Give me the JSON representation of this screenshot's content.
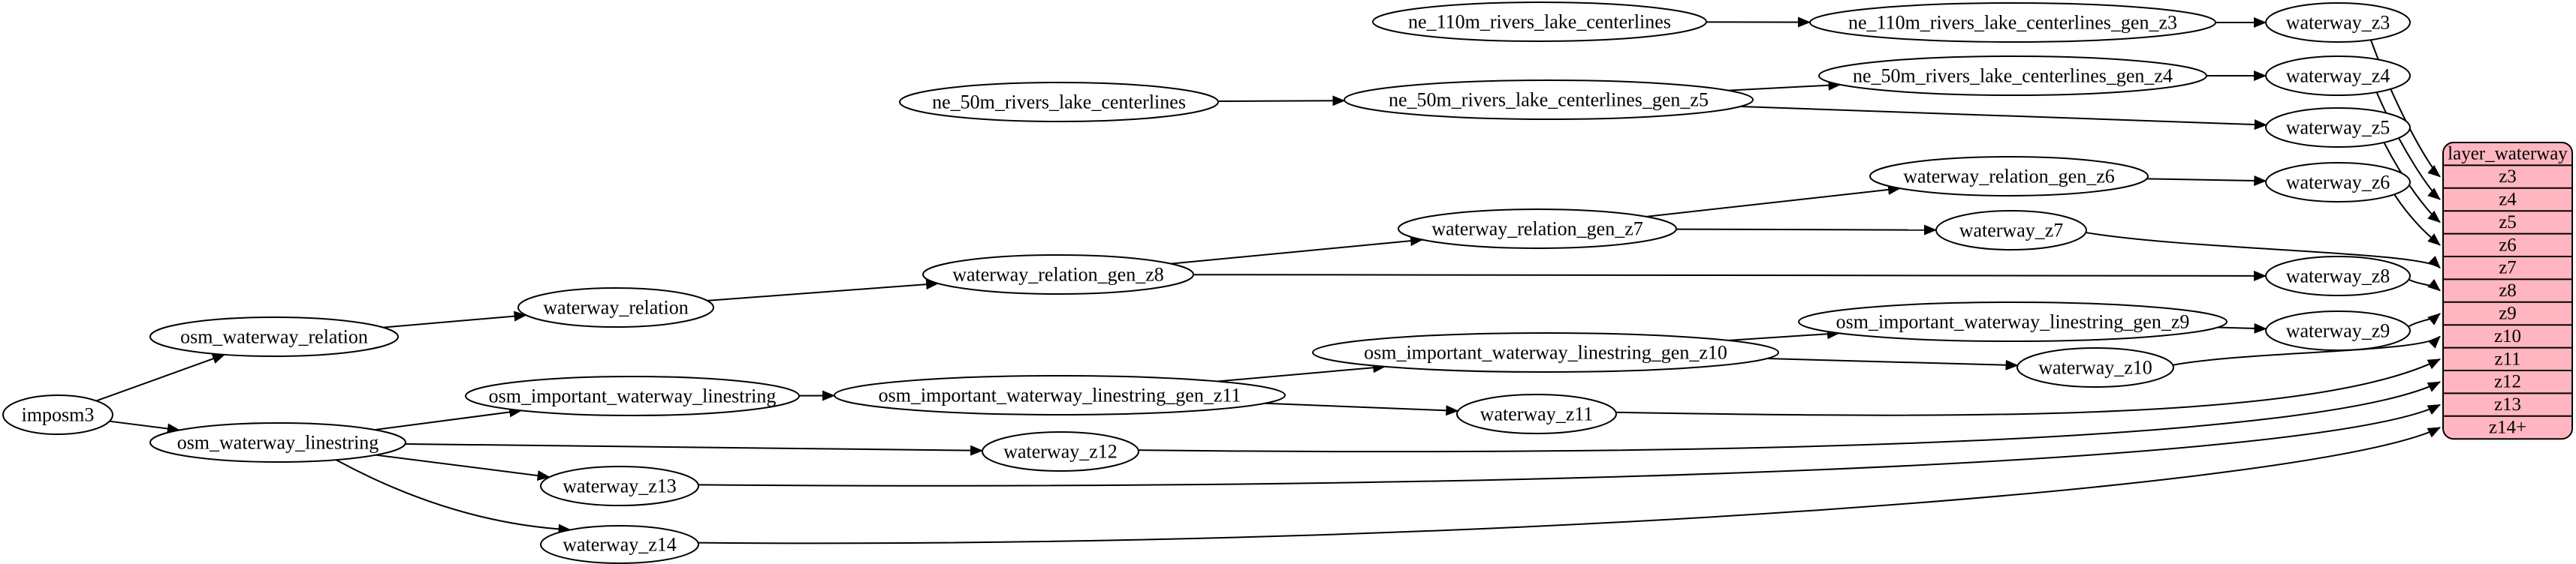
{
  "diagram": {
    "kind": "graphviz-data-flow",
    "background": "#ffffff",
    "node_fill": "#ffffff",
    "node_stroke": "#000000",
    "edge_color": "#000000",
    "table": {
      "title": "layer_waterway",
      "fill": "#ffb6c1",
      "stroke": "#000000",
      "rows": [
        "z3",
        "z4",
        "z5",
        "z6",
        "z7",
        "z8",
        "z9",
        "z10",
        "z11",
        "z12",
        "z13",
        "z14+"
      ]
    },
    "nodes": [
      {
        "id": "imposm3",
        "label": "imposm3"
      },
      {
        "id": "osm_waterway_relation",
        "label": "osm_waterway_relation"
      },
      {
        "id": "osm_waterway_linestring",
        "label": "osm_waterway_linestring"
      },
      {
        "id": "waterway_relation",
        "label": "waterway_relation"
      },
      {
        "id": "osm_important_waterway_linestring",
        "label": "osm_important_waterway_linestring"
      },
      {
        "id": "waterway_relation_gen_z8",
        "label": "waterway_relation_gen_z8"
      },
      {
        "id": "waterway_relation_gen_z7",
        "label": "waterway_relation_gen_z7"
      },
      {
        "id": "waterway_relation_gen_z6",
        "label": "waterway_relation_gen_z6"
      },
      {
        "id": "osm_important_waterway_linestring_gen_z11",
        "label": "osm_important_waterway_linestring_gen_z11"
      },
      {
        "id": "osm_important_waterway_linestring_gen_z10",
        "label": "osm_important_waterway_linestring_gen_z10"
      },
      {
        "id": "osm_important_waterway_linestring_gen_z9",
        "label": "osm_important_waterway_linestring_gen_z9"
      },
      {
        "id": "ne_110m_rivers_lake_centerlines",
        "label": "ne_110m_rivers_lake_centerlines"
      },
      {
        "id": "ne_110m_rivers_lake_centerlines_gen_z3",
        "label": "ne_110m_rivers_lake_centerlines_gen_z3"
      },
      {
        "id": "ne_50m_rivers_lake_centerlines",
        "label": "ne_50m_rivers_lake_centerlines"
      },
      {
        "id": "ne_50m_rivers_lake_centerlines_gen_z5",
        "label": "ne_50m_rivers_lake_centerlines_gen_z5"
      },
      {
        "id": "ne_50m_rivers_lake_centerlines_gen_z4",
        "label": "ne_50m_rivers_lake_centerlines_gen_z4"
      },
      {
        "id": "waterway_z3",
        "label": "waterway_z3"
      },
      {
        "id": "waterway_z4",
        "label": "waterway_z4"
      },
      {
        "id": "waterway_z5",
        "label": "waterway_z5"
      },
      {
        "id": "waterway_z6",
        "label": "waterway_z6"
      },
      {
        "id": "waterway_z7",
        "label": "waterway_z7"
      },
      {
        "id": "waterway_z8",
        "label": "waterway_z8"
      },
      {
        "id": "waterway_z9",
        "label": "waterway_z9"
      },
      {
        "id": "waterway_z10",
        "label": "waterway_z10"
      },
      {
        "id": "waterway_z11",
        "label": "waterway_z11"
      },
      {
        "id": "waterway_z12",
        "label": "waterway_z12"
      },
      {
        "id": "waterway_z13",
        "label": "waterway_z13"
      },
      {
        "id": "waterway_z14",
        "label": "waterway_z14"
      }
    ],
    "edges": [
      {
        "from": "imposm3",
        "to": "osm_waterway_relation"
      },
      {
        "from": "imposm3",
        "to": "osm_waterway_linestring"
      },
      {
        "from": "osm_waterway_relation",
        "to": "waterway_relation"
      },
      {
        "from": "waterway_relation",
        "to": "waterway_relation_gen_z8"
      },
      {
        "from": "waterway_relation_gen_z8",
        "to": "waterway_relation_gen_z7"
      },
      {
        "from": "waterway_relation_gen_z8",
        "to": "waterway_z8"
      },
      {
        "from": "waterway_relation_gen_z7",
        "to": "waterway_relation_gen_z6"
      },
      {
        "from": "waterway_relation_gen_z7",
        "to": "waterway_z7"
      },
      {
        "from": "waterway_relation_gen_z6",
        "to": "waterway_z6"
      },
      {
        "from": "osm_waterway_linestring",
        "to": "osm_important_waterway_linestring"
      },
      {
        "from": "osm_waterway_linestring",
        "to": "waterway_z12"
      },
      {
        "from": "osm_waterway_linestring",
        "to": "waterway_z13"
      },
      {
        "from": "osm_waterway_linestring",
        "to": "waterway_z14"
      },
      {
        "from": "osm_important_waterway_linestring",
        "to": "osm_important_waterway_linestring_gen_z11"
      },
      {
        "from": "osm_important_waterway_linestring_gen_z11",
        "to": "osm_important_waterway_linestring_gen_z10"
      },
      {
        "from": "osm_important_waterway_linestring_gen_z11",
        "to": "waterway_z11"
      },
      {
        "from": "osm_important_waterway_linestring_gen_z10",
        "to": "osm_important_waterway_linestring_gen_z9"
      },
      {
        "from": "osm_important_waterway_linestring_gen_z10",
        "to": "waterway_z10"
      },
      {
        "from": "osm_important_waterway_linestring_gen_z9",
        "to": "waterway_z9"
      },
      {
        "from": "ne_110m_rivers_lake_centerlines",
        "to": "ne_110m_rivers_lake_centerlines_gen_z3"
      },
      {
        "from": "ne_110m_rivers_lake_centerlines_gen_z3",
        "to": "waterway_z3"
      },
      {
        "from": "ne_50m_rivers_lake_centerlines",
        "to": "ne_50m_rivers_lake_centerlines_gen_z5"
      },
      {
        "from": "ne_50m_rivers_lake_centerlines_gen_z5",
        "to": "ne_50m_rivers_lake_centerlines_gen_z4"
      },
      {
        "from": "ne_50m_rivers_lake_centerlines_gen_z5",
        "to": "waterway_z5"
      },
      {
        "from": "ne_50m_rivers_lake_centerlines_gen_z4",
        "to": "waterway_z4"
      },
      {
        "from": "waterway_z3",
        "to": "layer_waterway:z3"
      },
      {
        "from": "waterway_z4",
        "to": "layer_waterway:z4"
      },
      {
        "from": "waterway_z5",
        "to": "layer_waterway:z5"
      },
      {
        "from": "waterway_z6",
        "to": "layer_waterway:z6"
      },
      {
        "from": "waterway_z7",
        "to": "layer_waterway:z7"
      },
      {
        "from": "waterway_z8",
        "to": "layer_waterway:z8"
      },
      {
        "from": "waterway_z9",
        "to": "layer_waterway:z9"
      },
      {
        "from": "waterway_z10",
        "to": "layer_waterway:z10"
      },
      {
        "from": "waterway_z11",
        "to": "layer_waterway:z11"
      },
      {
        "from": "waterway_z12",
        "to": "layer_waterway:z12"
      },
      {
        "from": "waterway_z13",
        "to": "layer_waterway:z13"
      },
      {
        "from": "waterway_z14",
        "to": "layer_waterway:z14+"
      }
    ]
  }
}
